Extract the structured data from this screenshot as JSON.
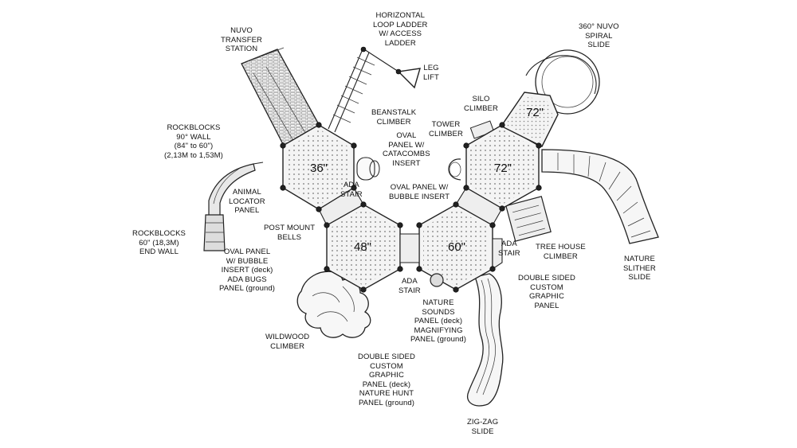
{
  "labels": {
    "nuvo_transfer": "NUVO\nTRANSFER\nSTATION",
    "horizontal_loop": "HORIZONTAL\nLOOP LADDER\nW/ ACCESS\nLADDER",
    "leg_lift": "LEG\nLIFT",
    "spiral_slide": "360° NUVO\nSPIRAL\nSLIDE",
    "beanstalk": "BEANSTALK\nCLIMBER",
    "silo": "SILO\nCLIMBER",
    "tower": "TOWER\nCLIMBER",
    "oval_catacombs": "OVAL\nPANEL W/\nCATACOMBS\nINSERT",
    "rockblocks_90": "ROCKBLOCKS\n90° WALL\n(84\" to 60\")\n(2,13M to 1,53M)",
    "ada_stair_1": "ADA\nSTAIR",
    "oval_bubble": "OVAL PANEL W/\nBUBBLE INSERT",
    "animal_locator": "ANIMAL\nLOCATOR\nPANEL",
    "post_mount_bells": "POST MOUNT\nBELLS",
    "rockblocks_60": "ROCKBLOCKS\n60\" (18,3M)\nEND WALL",
    "oval_bubble_deck": "OVAL PANEL\nW/ BUBBLE\nINSERT (deck)\nADA BUGS\nPANEL (ground)",
    "ada_stair_2": "ADA\nSTAIR",
    "tree_house": "TREE HOUSE\nCLIMBER",
    "nature_slither": "NATURE\nSLITHER\nSLIDE",
    "double_sided_right": "DOUBLE SIDED\nCUSTOM\nGRAPHIC\nPANEL",
    "ada_stair_3": "ADA\nSTAIR",
    "nature_sounds": "NATURE\nSOUNDS\nPANEL (deck)\nMAGNIFYING\nPANEL (ground)",
    "wildwood": "WILDWOOD\nCLIMBER",
    "double_sided_bottom": "DOUBLE SIDED\nCUSTOM\nGRAPHIC\nPANEL (deck)\nNATURE HUNT\nPANEL (ground)",
    "zigzag": "ZIG-ZAG\nSLIDE"
  },
  "decks": {
    "d36": "36\"",
    "d48": "48\"",
    "d60": "60\"",
    "d72a": "72\"",
    "d72b": "72\""
  }
}
